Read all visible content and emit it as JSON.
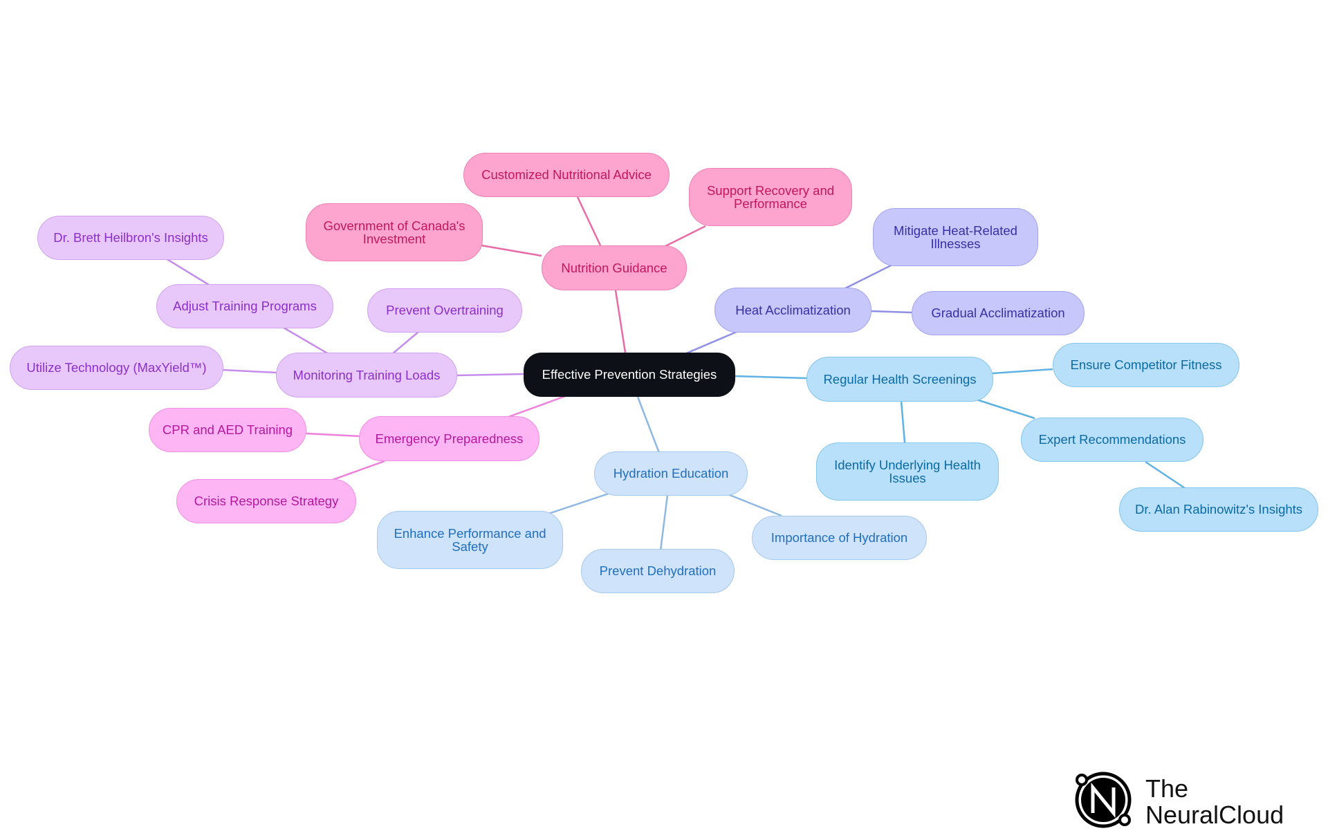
{
  "root": {
    "label": "Effective Prevention Strategies"
  },
  "branches": {
    "nutrition": {
      "label": "Nutrition Guidance",
      "children": [
        "Customized Nutritional Advice",
        "Support Recovery and Performance",
        "Government of Canada's Investment"
      ]
    },
    "heat": {
      "label": "Heat Acclimatization",
      "children": [
        "Mitigate Heat-Related Illnesses",
        "Gradual Acclimatization"
      ]
    },
    "screenings": {
      "label": "Regular Health Screenings",
      "children": [
        "Ensure Competitor Fitness",
        "Expert Recommendations",
        "Identify Underlying Health Issues"
      ],
      "grandchild": "Dr. Alan Rabinowitz's Insights"
    },
    "hydration": {
      "label": "Hydration Education",
      "children": [
        "Enhance Performance and Safety",
        "Prevent Dehydration",
        "Importance of Hydration"
      ]
    },
    "emergency": {
      "label": "Emergency Preparedness",
      "children": [
        "CPR and AED Training",
        "Crisis Response Strategy"
      ]
    },
    "monitoring": {
      "label": "Monitoring Training Loads",
      "children": [
        "Adjust Training Programs",
        "Prevent Overtraining",
        "Utilize Technology (MaxYield™)"
      ],
      "grandchild": "Dr. Brett Heilbron's Insights"
    }
  },
  "colors": {
    "pink_edge": "#e86ba7",
    "periwinkle_edge": "#8f8fe8",
    "sky_edge": "#5eb2e3",
    "ice_edge": "#8db8e6",
    "magenta_edge": "#ef7fdc",
    "lavender_edge": "#c58cec"
  },
  "logo": {
    "line1": "The",
    "line2": "NeuralCloud"
  }
}
